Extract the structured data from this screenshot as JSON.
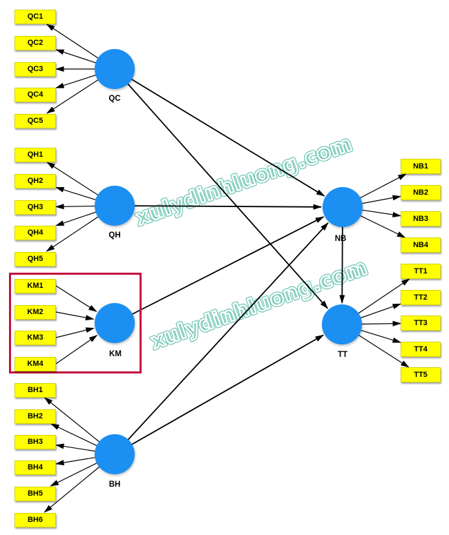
{
  "watermark": {
    "text": "xulydinhluong.com",
    "color": "#52BBA4"
  },
  "colors": {
    "construct_fill": "#1B8FF2",
    "indicator_fill": "#FFFF00",
    "highlight_border": "#C41240",
    "arrow": "#000000"
  },
  "constructs": {
    "QC": {
      "label": "QC",
      "measurement": "reflective",
      "indicators": [
        "QC1",
        "QC2",
        "QC3",
        "QC4",
        "QC5"
      ]
    },
    "QH": {
      "label": "QH",
      "measurement": "reflective",
      "indicators": [
        "QH1",
        "QH2",
        "QH3",
        "QH4",
        "QH5"
      ]
    },
    "KM": {
      "label": "KM",
      "measurement": "formative",
      "highlighted": true,
      "indicators": [
        "KM1",
        "KM2",
        "KM3",
        "KM4"
      ]
    },
    "BH": {
      "label": "BH",
      "measurement": "reflective",
      "indicators": [
        "BH1",
        "BH2",
        "BH3",
        "BH4",
        "BH5",
        "BH6"
      ]
    },
    "NB": {
      "label": "NB",
      "measurement": "reflective",
      "indicators": [
        "NB1",
        "NB2",
        "NB3",
        "NB4"
      ]
    },
    "TT": {
      "label": "TT",
      "measurement": "reflective",
      "indicators": [
        "TT1",
        "TT2",
        "TT3",
        "TT4",
        "TT5"
      ]
    }
  },
  "paths": [
    {
      "from": "QC",
      "to": "NB"
    },
    {
      "from": "QC",
      "to": "TT"
    },
    {
      "from": "QH",
      "to": "NB"
    },
    {
      "from": "KM",
      "to": "NB"
    },
    {
      "from": "BH",
      "to": "NB"
    },
    {
      "from": "BH",
      "to": "TT"
    },
    {
      "from": "NB",
      "to": "TT"
    }
  ]
}
